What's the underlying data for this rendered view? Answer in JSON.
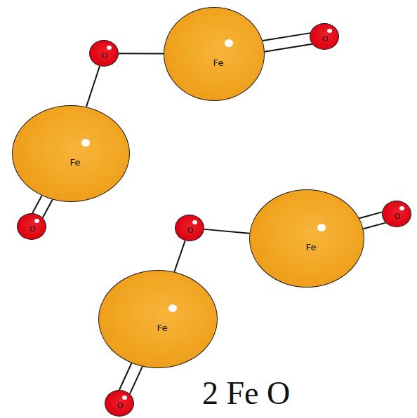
{
  "diagram": {
    "caption": "2 Fe O",
    "nodes": [
      {
        "text": [
          "O"
        ]
      },
      {
        "text": [
          "Fe"
        ]
      },
      {
        "text": [
          "O"
        ]
      },
      {
        "text": [
          "Fe"
        ]
      },
      {
        "text": [
          "O"
        ]
      },
      {
        "text": [
          "O"
        ]
      },
      {
        "text": [
          "Fe"
        ]
      },
      {
        "text": [
          "O"
        ]
      },
      {
        "text": [
          "Fe"
        ]
      },
      {
        "text": [
          "O"
        ]
      }
    ],
    "edges": [
      {
        "from": 0,
        "to": 1,
        "arrow": "none"
      },
      {
        "from": 1,
        "to": 2,
        "arrow": "none"
      },
      {
        "from": 1,
        "to": 2,
        "arrow": "none"
      },
      {
        "from": 0,
        "to": 3,
        "arrow": "none"
      },
      {
        "from": 3,
        "to": 4,
        "arrow": "none"
      },
      {
        "from": 3,
        "to": 4,
        "arrow": "none"
      },
      {
        "from": 5,
        "to": 6,
        "arrow": "none"
      },
      {
        "from": 6,
        "to": 7,
        "arrow": "none"
      },
      {
        "from": 6,
        "to": 7,
        "arrow": "none"
      },
      {
        "from": 5,
        "to": 8,
        "arrow": "none"
      },
      {
        "from": 8,
        "to": 9,
        "arrow": "none"
      },
      {
        "from": 8,
        "to": 9,
        "arrow": "none"
      }
    ]
  }
}
